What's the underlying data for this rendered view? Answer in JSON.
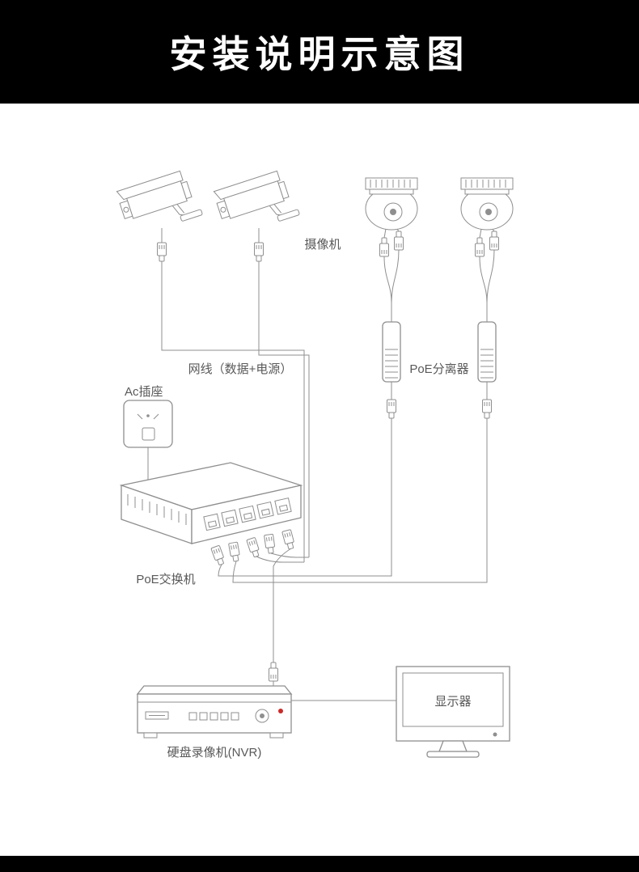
{
  "page": {
    "background": "#ffffff"
  },
  "header": {
    "title": "安装说明示意图",
    "background": "#000000",
    "text_color": "#ffffff"
  },
  "diagram": {
    "labels": {
      "camera": "摄像机",
      "cable": "网线（数据+电源）",
      "splitter": "PoE分离器",
      "outlet": "Ac插座",
      "switch": "PoE交换机",
      "nvr": "硬盘录像机(NVR)",
      "monitor": "显示器"
    },
    "components": [
      "bullet-camera",
      "bullet-camera",
      "dome-camera",
      "dome-camera",
      "poe-splitter",
      "poe-splitter",
      "ac-outlet",
      "poe-switch",
      "nvr",
      "monitor"
    ],
    "colors": {
      "line": "#8f8f8f",
      "label_text": "#595959",
      "led": "#cc2a2a"
    }
  },
  "footer": {
    "background": "#000000"
  }
}
